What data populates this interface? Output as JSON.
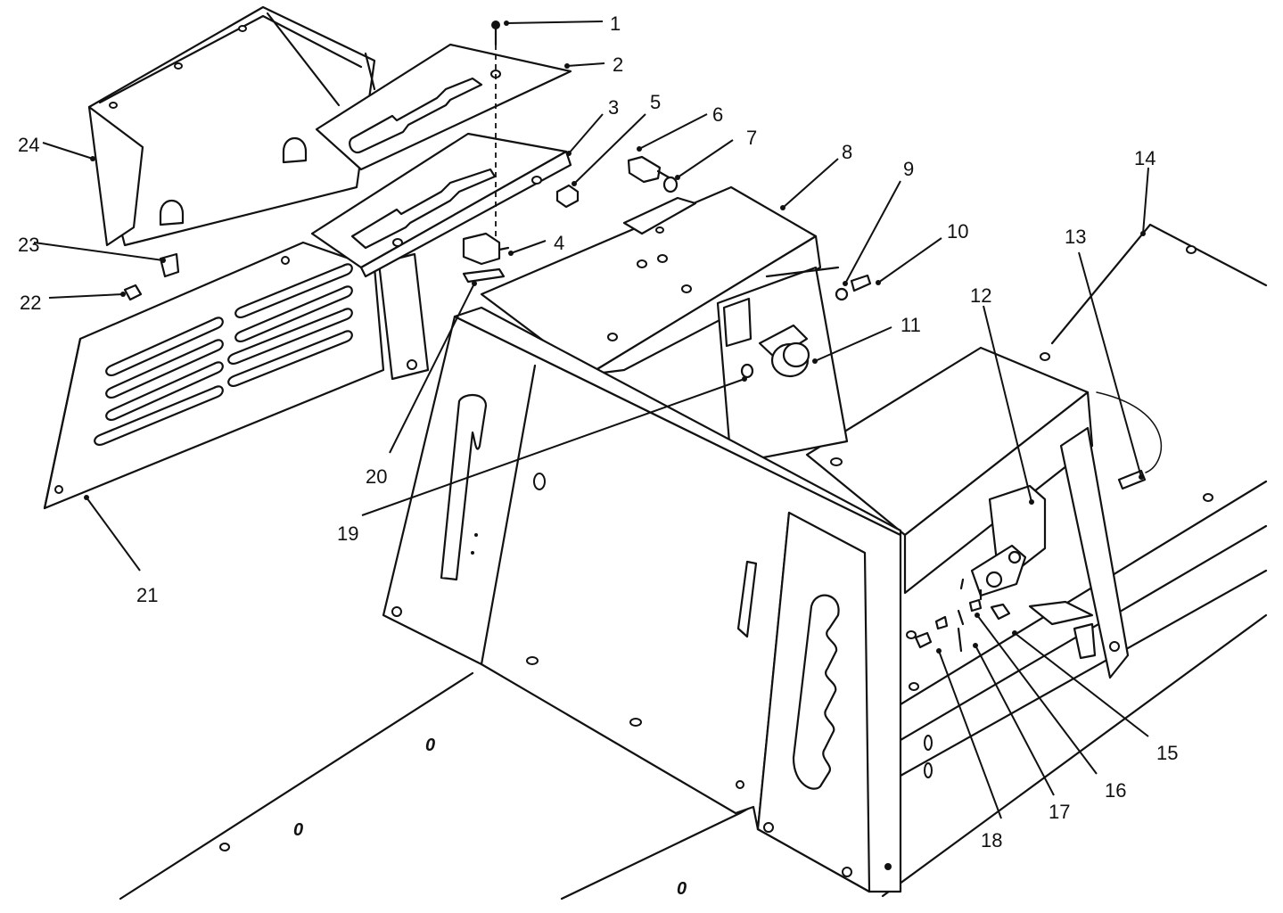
{
  "callouts": [
    "1",
    "2",
    "3",
    "4",
    "5",
    "6",
    "7",
    "8",
    "9",
    "10",
    "11",
    "12",
    "13",
    "14",
    "15",
    "16",
    "17",
    "18",
    "19",
    "20",
    "21",
    "22",
    "23",
    "24"
  ],
  "deck_marks": [
    "0",
    "0",
    "0"
  ]
}
